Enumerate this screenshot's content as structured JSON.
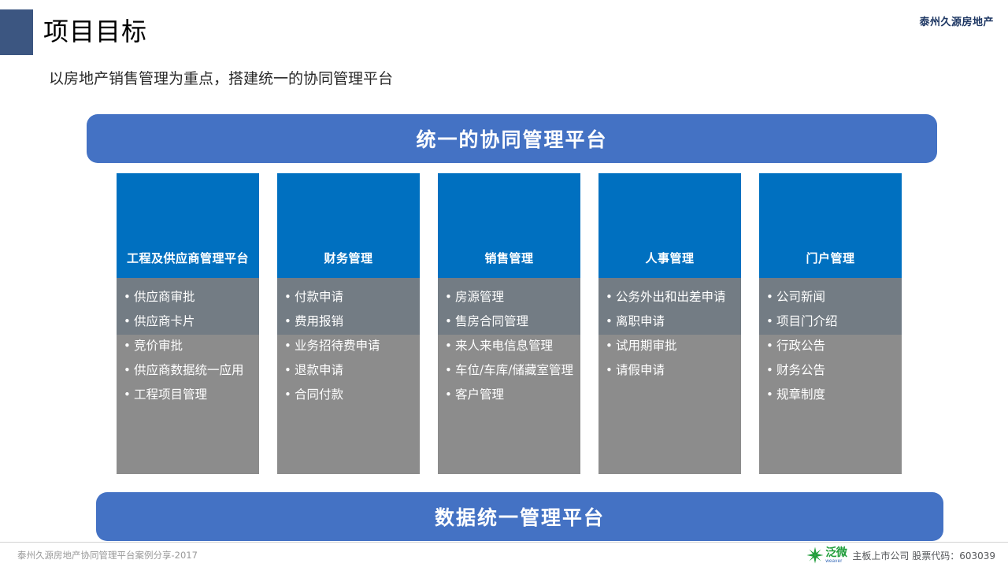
{
  "header": {
    "title": "项目目标",
    "brand": "泰州久源房地产",
    "subtitle": "以房地产销售管理为重点，搭建统一的协同管理平台"
  },
  "banners": {
    "top": "统一的协同管理平台",
    "bottom": "数据统一管理平台"
  },
  "columns": [
    {
      "title": "工程及供应商管理平台",
      "items": [
        "供应商审批",
        "供应商卡片",
        "竞价审批",
        "供应商数据统一应用",
        "工程项目管理"
      ]
    },
    {
      "title": "财务管理",
      "items": [
        "付款申请",
        "费用报销",
        "业务招待费申请",
        "退款申请",
        "合同付款"
      ]
    },
    {
      "title": "销售管理",
      "items": [
        "房源管理",
        "售房合同管理",
        "来人来电信息管理",
        "车位/车库/储藏室管理",
        "客户管理"
      ]
    },
    {
      "title": "人事管理",
      "items": [
        "公务外出和出差申请",
        "离职申请",
        "试用期审批",
        "请假申请"
      ]
    },
    {
      "title": "门户管理",
      "items": [
        "公司新闻",
        "项目门介绍",
        "行政公告",
        "财务公告",
        "规章制度"
      ]
    }
  ],
  "footer": {
    "left": "泰州久源房地产协同管理平台案例分享-2017",
    "logo_cn": "泛微",
    "logo_en": "weaver",
    "note": "主板上市公司  股票代码：603039"
  },
  "colors": {
    "accent_dark_blue": "#3c5681",
    "banner_blue": "#4472c4",
    "card_header_blue": "#0070c0",
    "card_body_gray": "#8c8c8c",
    "card_body_gray_top": "#737c84",
    "brand_navy": "#1f3864",
    "logo_green": "#1f9d3a",
    "logo_blue": "#2f64b5"
  }
}
